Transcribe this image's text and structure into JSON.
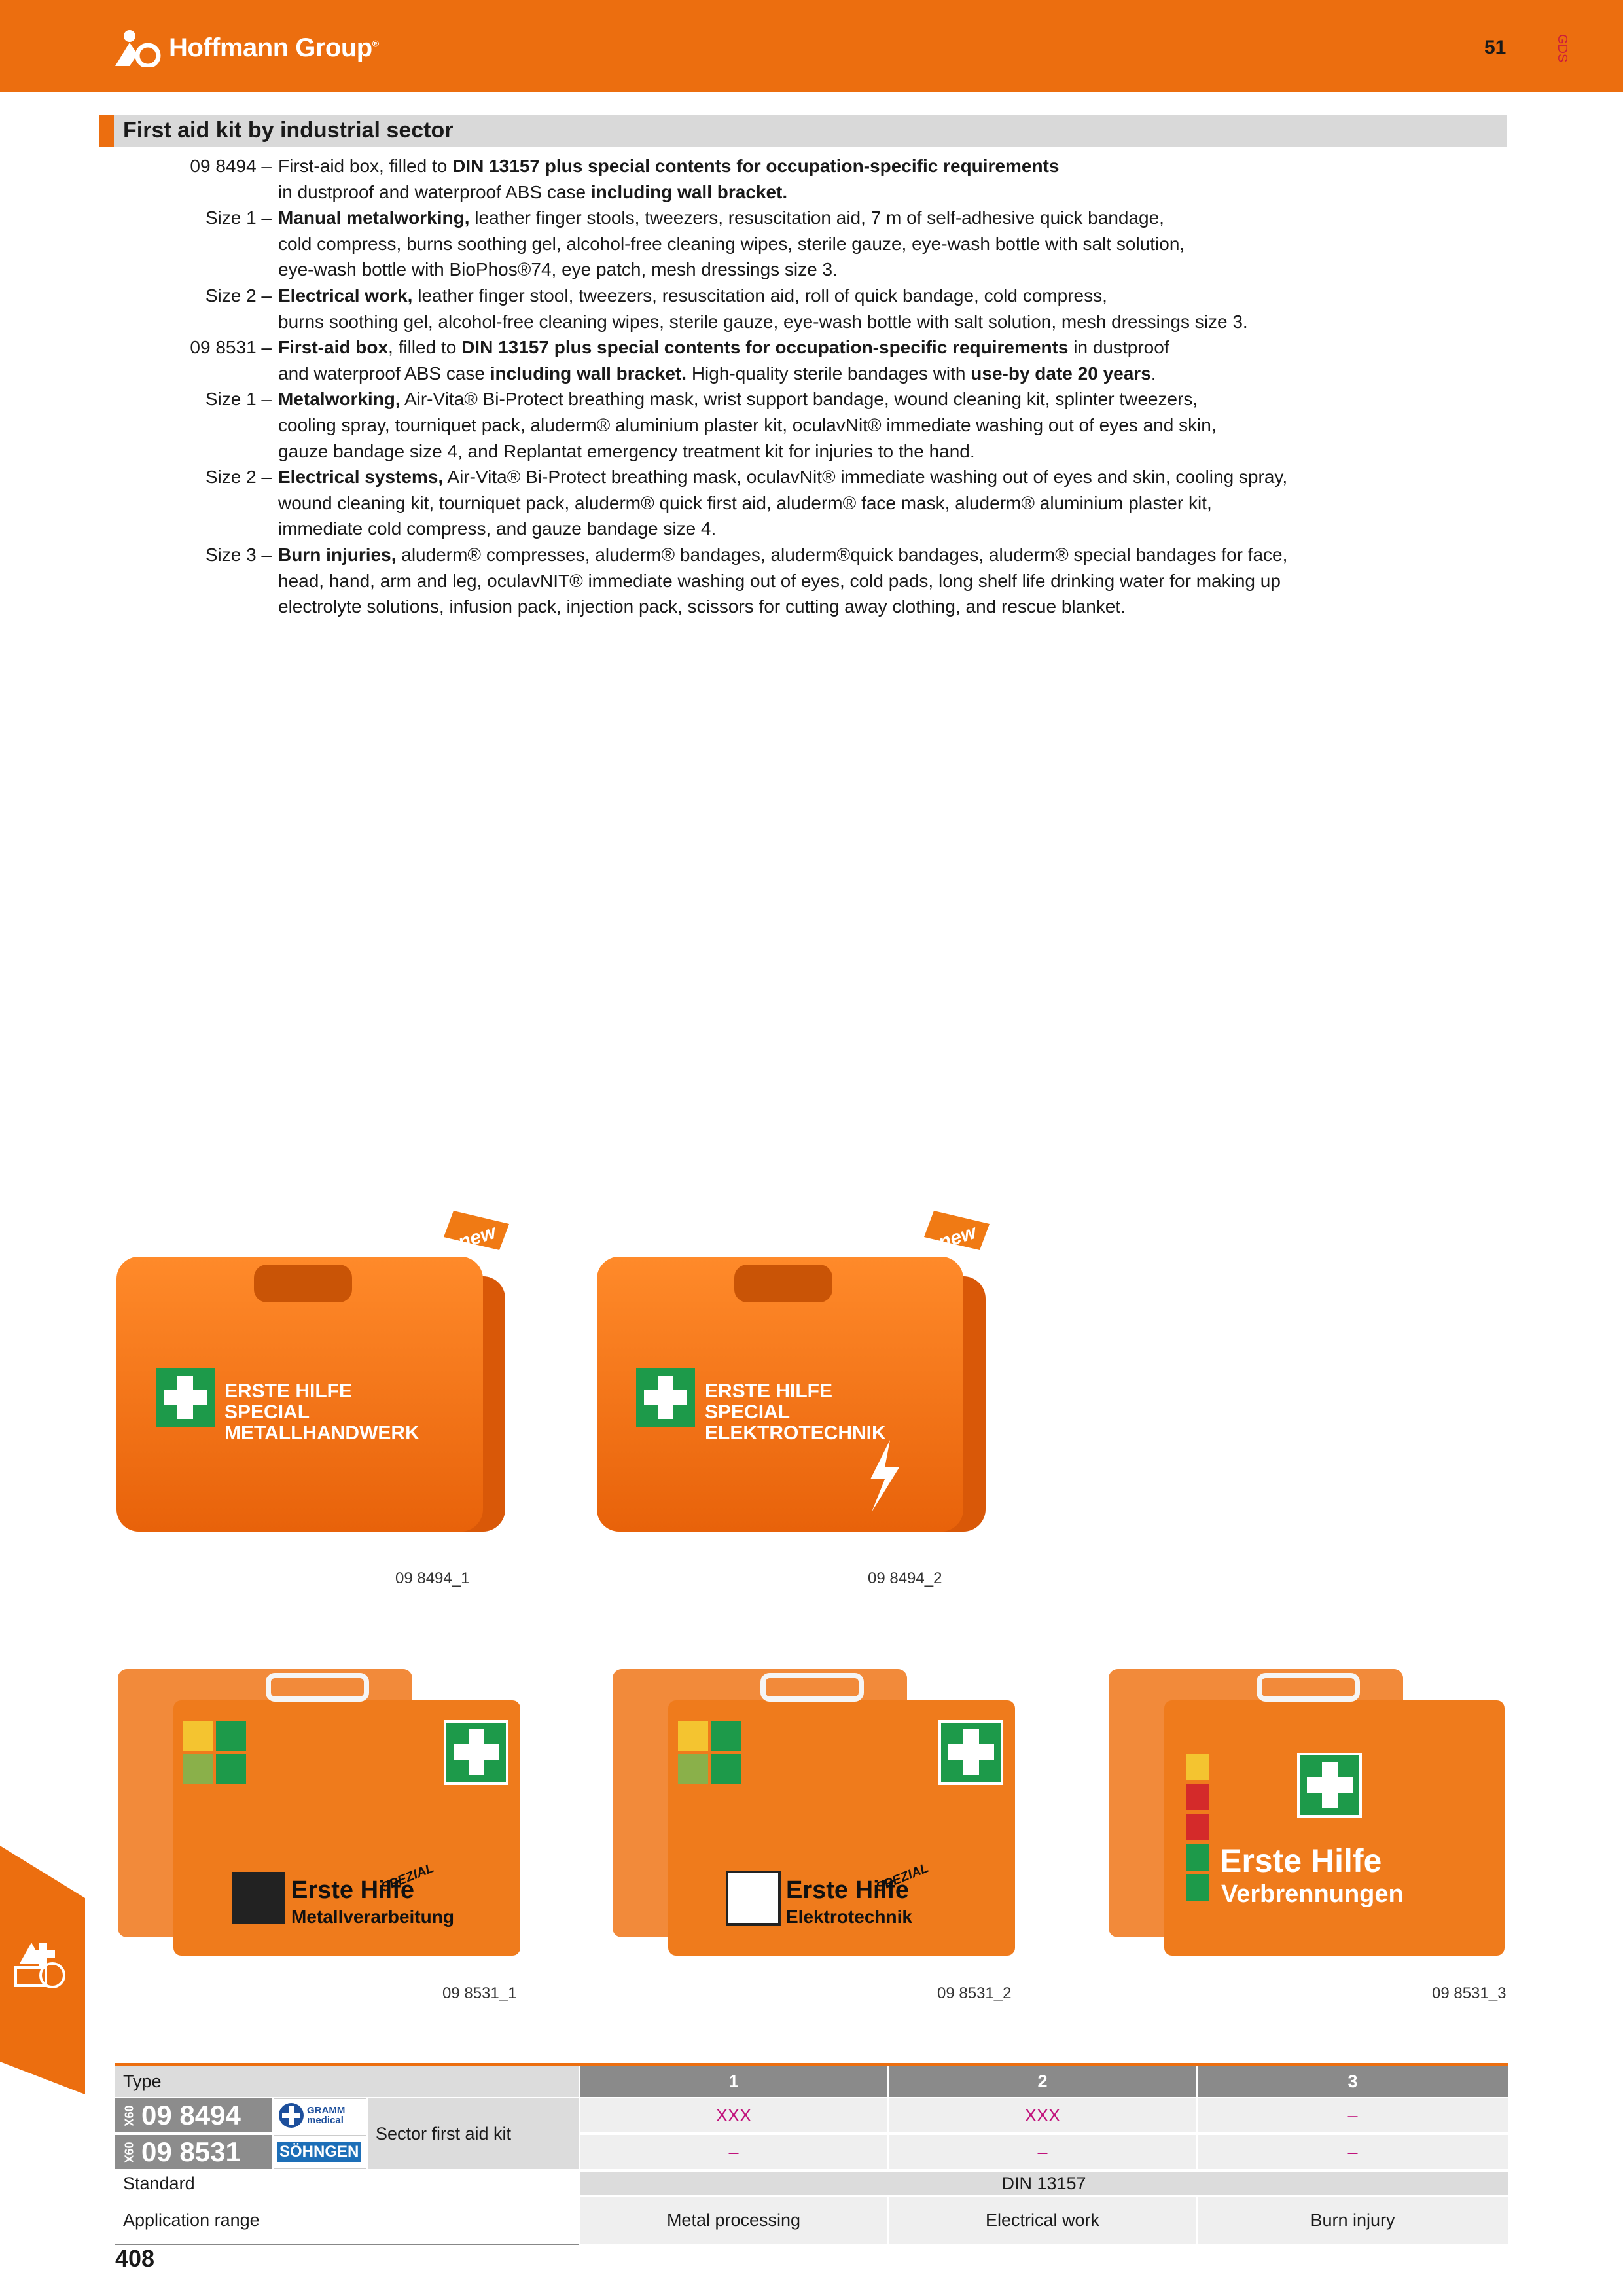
{
  "header": {
    "brand": "Hoffmann Group",
    "chapter": "51",
    "side_code": "GDS"
  },
  "section": {
    "title": "First aid kit by industrial sector"
  },
  "description": {
    "lines": [
      {
        "label": "09 8494 –",
        "parts": [
          [
            "First-aid box, filled to ",
            false
          ],
          [
            "DIN 13157 plus special contents for occupation-specific requirements",
            true
          ]
        ]
      },
      {
        "label": "",
        "parts": [
          [
            "in dustproof and waterproof ABS case ",
            false
          ],
          [
            "including wall bracket.",
            true
          ]
        ]
      },
      {
        "label": "Size 1 –",
        "parts": [
          [
            "Manual metalworking,",
            true
          ],
          [
            " leather finger stools, tweezers, resuscitation aid, 7 m of self-adhesive quick bandage,",
            false
          ]
        ]
      },
      {
        "label": "",
        "parts": [
          [
            "cold compress, burns soothing gel, alcohol-free cleaning wipes, sterile gauze, eye-wash bottle with salt solution,",
            false
          ]
        ]
      },
      {
        "label": "",
        "parts": [
          [
            "eye-wash bottle with BioPhos®74, eye patch, mesh dressings size 3.",
            false
          ]
        ]
      },
      {
        "label": "Size 2 –",
        "parts": [
          [
            "Electrical work,",
            true
          ],
          [
            " leather finger stool, tweezers, resuscitation aid, roll of quick bandage, cold compress,",
            false
          ]
        ]
      },
      {
        "label": "",
        "parts": [
          [
            "burns soothing gel, alcohol-free cleaning wipes, sterile gauze, eye-wash bottle with salt solution, mesh dressings size 3.",
            false
          ]
        ]
      },
      {
        "label": "09 8531 –",
        "parts": [
          [
            "First-aid box",
            true
          ],
          [
            ", filled to ",
            false
          ],
          [
            "DIN 13157 plus special contents for occupation-specific requirements",
            true
          ],
          [
            " in dustproof",
            false
          ]
        ]
      },
      {
        "label": "",
        "parts": [
          [
            "and waterproof ABS case ",
            false
          ],
          [
            "including wall bracket.",
            true
          ],
          [
            " High-quality sterile bandages with ",
            false
          ],
          [
            "use-by date 20 years",
            true
          ],
          [
            ".",
            false
          ]
        ]
      },
      {
        "label": "Size 1 –",
        "parts": [
          [
            "Metalworking,",
            true
          ],
          [
            " Air-Vita® Bi-Protect breathing mask, wrist support bandage, wound cleaning kit, splinter tweezers,",
            false
          ]
        ]
      },
      {
        "label": "",
        "parts": [
          [
            "cooling spray, tourniquet pack, aluderm® aluminium plaster kit, oculavNit® immediate washing out of eyes and skin,",
            false
          ]
        ]
      },
      {
        "label": "",
        "parts": [
          [
            "gauze bandage size 4, and Replantat emergency treatment kit for injuries to the hand.",
            false
          ]
        ]
      },
      {
        "label": "Size 2 –",
        "parts": [
          [
            "Electrical systems,",
            true
          ],
          [
            " Air-Vita® Bi-Protect breathing mask, oculavNit® immediate washing out of eyes and skin, cooling spray,",
            false
          ]
        ]
      },
      {
        "label": "",
        "parts": [
          [
            "wound cleaning kit, tourniquet pack, aluderm® quick first aid, aluderm® face mask, aluderm® aluminium plaster kit,",
            false
          ]
        ]
      },
      {
        "label": "",
        "parts": [
          [
            "immediate cold compress, and gauze bandage size 4.",
            false
          ]
        ]
      },
      {
        "label": "Size 3 –",
        "parts": [
          [
            "Burn injuries,",
            true
          ],
          [
            " aluderm® compresses, aluderm® bandages, aluderm®quick bandages, aluderm® special bandages for face,",
            false
          ]
        ]
      },
      {
        "label": "",
        "parts": [
          [
            "head, hand, arm and leg, oculavNIT® immediate washing out of eyes, cold pads, long shelf life drinking water for making up",
            false
          ]
        ]
      },
      {
        "label": "",
        "parts": [
          [
            "electrolyte solutions, infusion pack, injection pack, scissors for cutting away clothing, and rescue blanket.",
            false
          ]
        ]
      }
    ]
  },
  "products": {
    "a1": {
      "caption": "09 8494_1",
      "badge": "new",
      "l1": "ERSTE HILFE",
      "l2": "SPECIAL",
      "l3": "METALLHANDWERK"
    },
    "a2": {
      "caption": "09 8494_2",
      "badge": "new",
      "l1": "ERSTE HILFE",
      "l2": "SPECIAL",
      "l3": "ELEKTROTECHNIK"
    },
    "b1": {
      "caption": "09 8531_1",
      "l1": "Erste Hilfe",
      "l2": "Metallverarbeitung",
      "tag": "SPEZIAL"
    },
    "b2": {
      "caption": "09 8531_2",
      "l1": "Erste Hilfe",
      "l2": "Elektrotechnik",
      "tag": "SPEZIAL"
    },
    "b3": {
      "caption": "09 8531_3",
      "l1": "Erste Hilfe",
      "l2": "Verbrennungen"
    }
  },
  "table": {
    "type_label": "Type",
    "columns": [
      "1",
      "2",
      "3"
    ],
    "row1": {
      "prefix": "09X",
      "code": "09 8494",
      "brand": "GRAMM medical",
      "values": [
        "XXX",
        "XXX",
        "–"
      ]
    },
    "row2": {
      "prefix": "09X",
      "code": "09 8531",
      "brand": "SÖHNGEN",
      "values": [
        "–",
        "–",
        "–"
      ]
    },
    "product_label": "Sector first aid kit",
    "standard_label": "Standard",
    "standard_value": "DIN 13157",
    "application_label": "Application range",
    "application": [
      "Metal processing",
      "Electrical work",
      "Burn injury"
    ]
  },
  "page_number": "408"
}
